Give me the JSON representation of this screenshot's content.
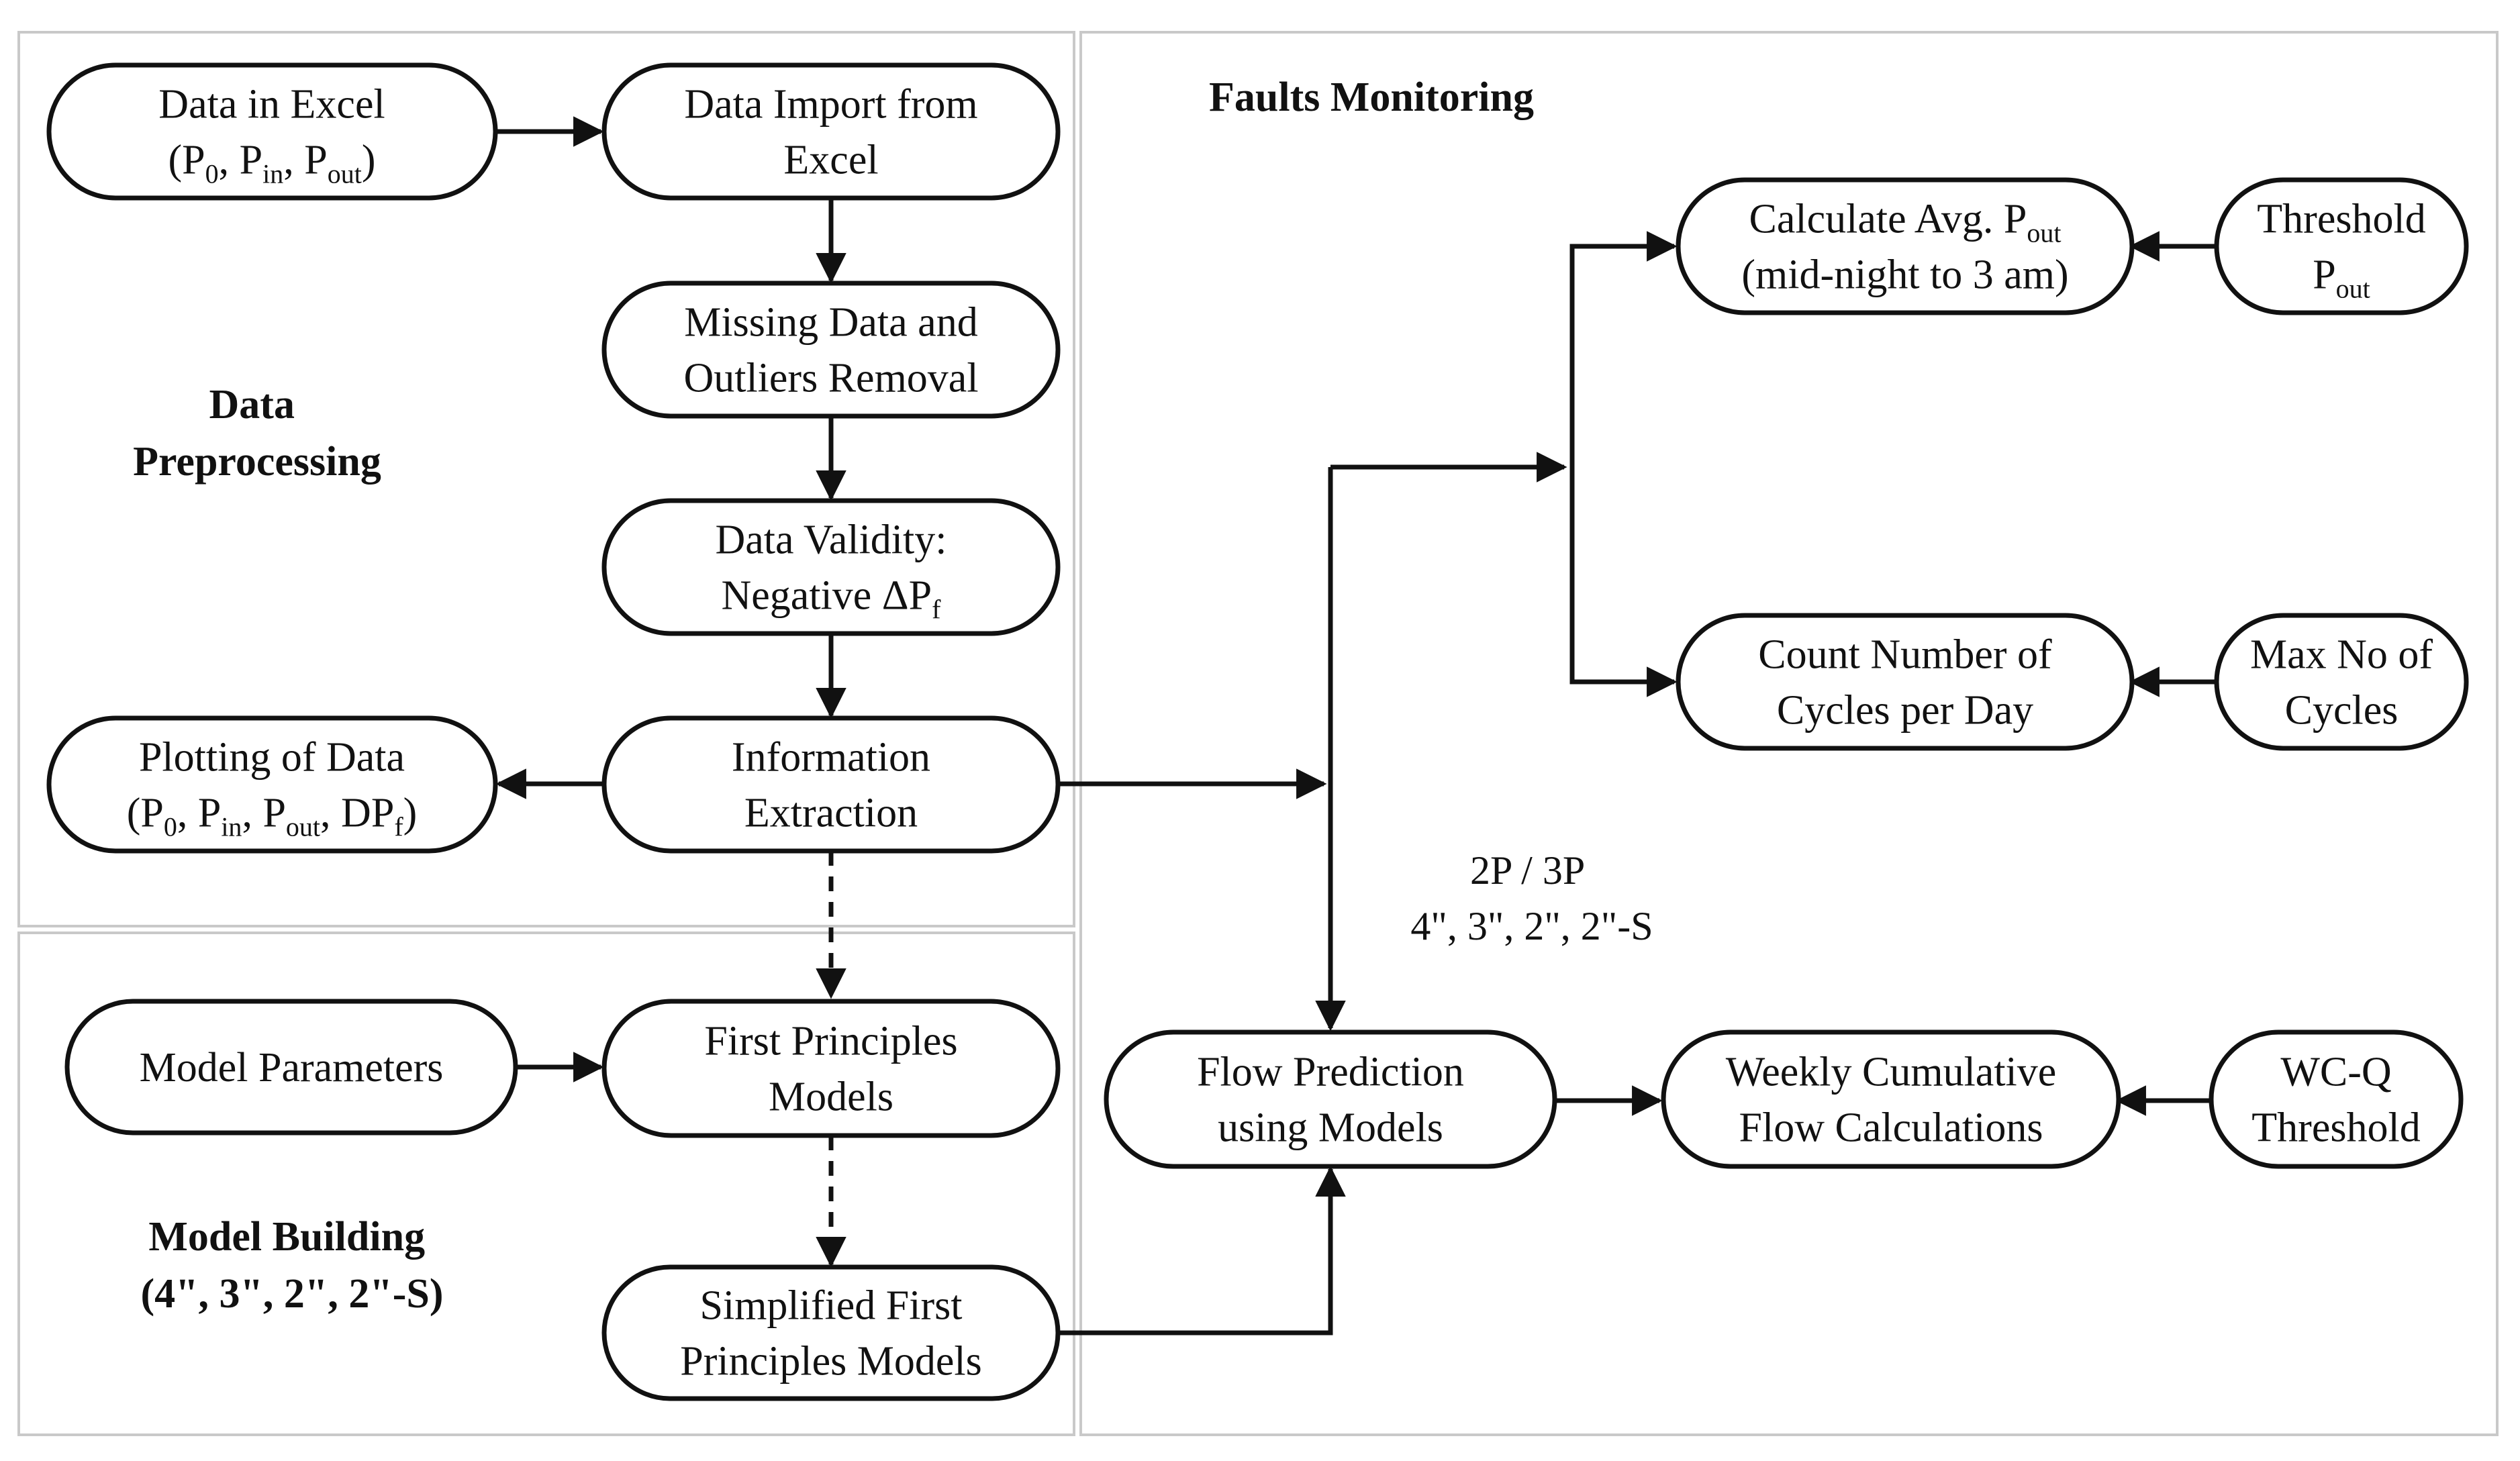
{
  "sections": {
    "preprocessing": {
      "lines": [
        "Data",
        "Preprocessing"
      ]
    },
    "model_building": {
      "lines": [
        "Model Building",
        "(4\", 3\", 2\", 2\"-S)"
      ]
    },
    "faults_monitoring": {
      "lines": [
        "Faults Monitoring"
      ]
    }
  },
  "nodes": {
    "data_in_excel": {
      "lines": [
        [
          {
            "t": "Data in Excel"
          }
        ],
        [
          {
            "t": "(P"
          },
          {
            "t": "0",
            "sub": true
          },
          {
            "t": ", P"
          },
          {
            "t": "in",
            "sub": true
          },
          {
            "t": ", P"
          },
          {
            "t": "out",
            "sub": true
          },
          {
            "t": ")"
          }
        ]
      ]
    },
    "data_import": {
      "lines": [
        [
          {
            "t": "Data Import from"
          }
        ],
        [
          {
            "t": "Excel"
          }
        ]
      ]
    },
    "missing_data": {
      "lines": [
        [
          {
            "t": "Missing Data and"
          }
        ],
        [
          {
            "t": "Outliers Removal"
          }
        ]
      ]
    },
    "data_validity": {
      "lines": [
        [
          {
            "t": "Data Validity:"
          }
        ],
        [
          {
            "t": "Negative ΔP"
          },
          {
            "t": "f",
            "sub": true
          }
        ]
      ]
    },
    "information_extraction": {
      "lines": [
        [
          {
            "t": "Information"
          }
        ],
        [
          {
            "t": "Extraction"
          }
        ]
      ]
    },
    "plotting_of_data": {
      "lines": [
        [
          {
            "t": "Plotting of Data"
          }
        ],
        [
          {
            "t": "(P"
          },
          {
            "t": "0",
            "sub": true
          },
          {
            "t": ", P"
          },
          {
            "t": "in",
            "sub": true
          },
          {
            "t": ", P"
          },
          {
            "t": "out",
            "sub": true
          },
          {
            "t": ", DP"
          },
          {
            "t": "f",
            "sub": true
          },
          {
            "t": ")"
          }
        ]
      ]
    },
    "model_parameters": {
      "lines": [
        [
          {
            "t": "Model Parameters"
          }
        ]
      ]
    },
    "first_principles": {
      "lines": [
        [
          {
            "t": "First Principles"
          }
        ],
        [
          {
            "t": "Models"
          }
        ]
      ]
    },
    "simplified_first_principles": {
      "lines": [
        [
          {
            "t": "Simplified First"
          }
        ],
        [
          {
            "t": "Principles Models"
          }
        ]
      ]
    },
    "calculate_avg": {
      "lines": [
        [
          {
            "t": "Calculate Avg. P"
          },
          {
            "t": "out",
            "sub": true
          }
        ],
        [
          {
            "t": "(mid-night to 3 am)"
          }
        ]
      ]
    },
    "threshold_pout": {
      "lines": [
        [
          {
            "t": "Threshold"
          }
        ],
        [
          {
            "t": "P"
          },
          {
            "t": "out",
            "sub": true
          }
        ]
      ]
    },
    "count_cycles": {
      "lines": [
        [
          {
            "t": "Count Number of"
          }
        ],
        [
          {
            "t": "Cycles per Day"
          }
        ]
      ]
    },
    "max_cycles": {
      "lines": [
        [
          {
            "t": "Max No of"
          }
        ],
        [
          {
            "t": "Cycles"
          }
        ]
      ]
    },
    "flow_prediction": {
      "lines": [
        [
          {
            "t": "Flow Prediction"
          }
        ],
        [
          {
            "t": "using Models"
          }
        ]
      ]
    },
    "weekly_cumulative": {
      "lines": [
        [
          {
            "t": "Weekly Cumulative"
          }
        ],
        [
          {
            "t": "Flow Calculations"
          }
        ]
      ]
    },
    "wcq_threshold": {
      "lines": [
        [
          {
            "t": "WC-Q"
          }
        ],
        [
          {
            "t": "Threshold"
          }
        ]
      ]
    }
  },
  "annotations": {
    "model_options": {
      "lines": [
        "2P / 3P",
        "4\", 3\", 2\", 2\"-S"
      ]
    }
  },
  "colors": {
    "stroke": "#111111",
    "panel_border": "#c9c9c9",
    "background": "#ffffff"
  }
}
